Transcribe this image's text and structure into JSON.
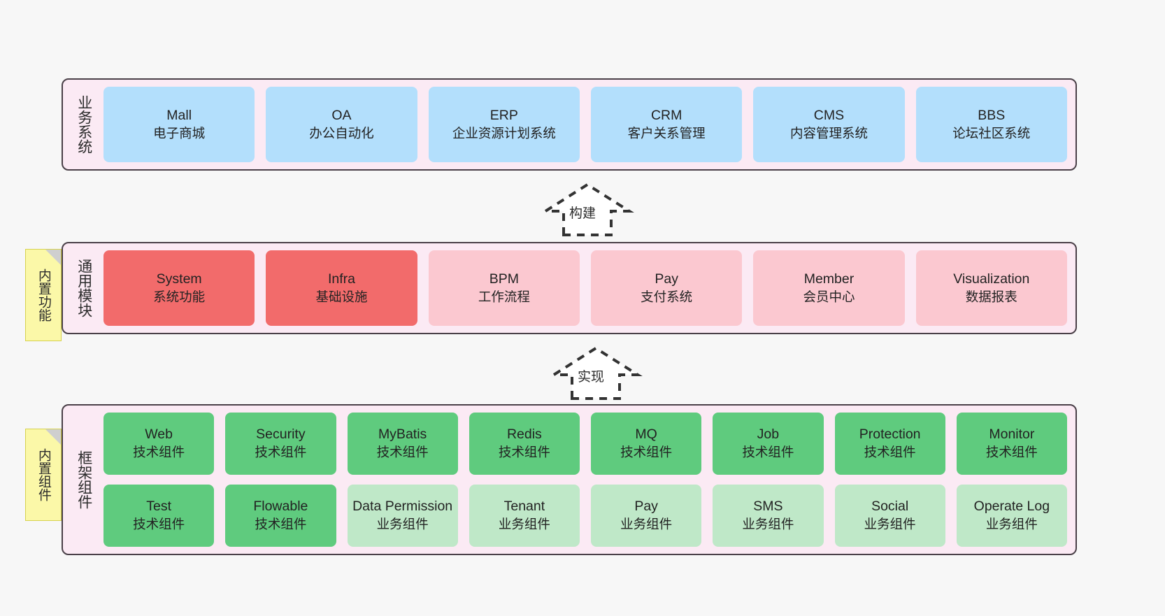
{
  "page": {
    "background_color": "#f7f7f7",
    "band_fill": "#fbeaf4",
    "band_border": "#4a4048",
    "note_fill": "#fbf8a8"
  },
  "layers": [
    {
      "id": "business-systems",
      "title": "业务系统",
      "note": null,
      "rows": [
        {
          "cards": [
            {
              "name": "mall",
              "en": "Mall",
              "cn": "电子商城",
              "color": "#b3dffc",
              "style": "c-blue"
            },
            {
              "name": "oa",
              "en": "OA",
              "cn": "办公自动化",
              "color": "#b3dffc",
              "style": "c-blue"
            },
            {
              "name": "erp",
              "en": "ERP",
              "cn": "企业资源计划系统",
              "color": "#b3dffc",
              "style": "c-blue"
            },
            {
              "name": "crm",
              "en": "CRM",
              "cn": "客户关系管理",
              "color": "#b3dffc",
              "style": "c-blue"
            },
            {
              "name": "cms",
              "en": "CMS",
              "cn": "内容管理系统",
              "color": "#b3dffc",
              "style": "c-blue"
            },
            {
              "name": "bbs",
              "en": "BBS",
              "cn": "论坛社区系统",
              "color": "#b3dffc",
              "style": "c-blue"
            }
          ]
        }
      ]
    },
    {
      "id": "common-modules",
      "title": "通用模块",
      "note": "内置功能",
      "rows": [
        {
          "cards": [
            {
              "name": "system",
              "en": "System",
              "cn": "系统功能",
              "color": "#f26b6b",
              "style": "c-red-strong"
            },
            {
              "name": "infra",
              "en": "Infra",
              "cn": "基础设施",
              "color": "#f26b6b",
              "style": "c-red-strong"
            },
            {
              "name": "bpm",
              "en": "BPM",
              "cn": "工作流程",
              "color": "#fbc8d0",
              "style": "c-red-light"
            },
            {
              "name": "pay",
              "en": "Pay",
              "cn": "支付系统",
              "color": "#fbc8d0",
              "style": "c-red-light"
            },
            {
              "name": "member",
              "en": "Member",
              "cn": "会员中心",
              "color": "#fbc8d0",
              "style": "c-red-light"
            },
            {
              "name": "visualization",
              "en": "Visualization",
              "cn": "数据报表",
              "color": "#fbc8d0",
              "style": "c-red-light"
            }
          ]
        }
      ]
    },
    {
      "id": "framework-components",
      "title": "框架组件",
      "note": "内置组件",
      "rows": [
        {
          "cards": [
            {
              "name": "web",
              "en": "Web",
              "cn": "技术组件",
              "color": "#5fcb7e",
              "style": "c-green-strong"
            },
            {
              "name": "security",
              "en": "Security",
              "cn": "技术组件",
              "color": "#5fcb7e",
              "style": "c-green-strong"
            },
            {
              "name": "mybatis",
              "en": "MyBatis",
              "cn": "技术组件",
              "color": "#5fcb7e",
              "style": "c-green-strong"
            },
            {
              "name": "redis",
              "en": "Redis",
              "cn": "技术组件",
              "color": "#5fcb7e",
              "style": "c-green-strong"
            },
            {
              "name": "mq",
              "en": "MQ",
              "cn": "技术组件",
              "color": "#5fcb7e",
              "style": "c-green-strong"
            },
            {
              "name": "job",
              "en": "Job",
              "cn": "技术组件",
              "color": "#5fcb7e",
              "style": "c-green-strong"
            },
            {
              "name": "protection",
              "en": "Protection",
              "cn": "技术组件",
              "color": "#5fcb7e",
              "style": "c-green-strong"
            },
            {
              "name": "monitor",
              "en": "Monitor",
              "cn": "技术组件",
              "color": "#5fcb7e",
              "style": "c-green-strong"
            }
          ]
        },
        {
          "cards": [
            {
              "name": "test",
              "en": "Test",
              "cn": "技术组件",
              "color": "#5fcb7e",
              "style": "c-green-strong"
            },
            {
              "name": "flowable",
              "en": "Flowable",
              "cn": "技术组件",
              "color": "#5fcb7e",
              "style": "c-green-strong"
            },
            {
              "name": "data-permission",
              "en": "Data Permission",
              "cn": "业务组件",
              "color": "#bfe8c8",
              "style": "c-green-light"
            },
            {
              "name": "tenant",
              "en": "Tenant",
              "cn": "业务组件",
              "color": "#bfe8c8",
              "style": "c-green-light"
            },
            {
              "name": "pay",
              "en": "Pay",
              "cn": "业务组件",
              "color": "#bfe8c8",
              "style": "c-green-light"
            },
            {
              "name": "sms",
              "en": "SMS",
              "cn": "业务组件",
              "color": "#bfe8c8",
              "style": "c-green-light"
            },
            {
              "name": "social",
              "en": "Social",
              "cn": "业务组件",
              "color": "#bfe8c8",
              "style": "c-green-light"
            },
            {
              "name": "operate-log",
              "en": "Operate Log",
              "cn": "业务组件",
              "color": "#bfe8c8",
              "style": "c-green-light"
            }
          ]
        }
      ]
    }
  ],
  "connectors": [
    {
      "id": "build",
      "label": "构建",
      "from": "common-modules",
      "to": "business-systems",
      "style": "dashed-hollow-arrow-up"
    },
    {
      "id": "implement",
      "label": "实现",
      "from": "framework-components",
      "to": "common-modules",
      "style": "dashed-hollow-arrow-up"
    }
  ]
}
